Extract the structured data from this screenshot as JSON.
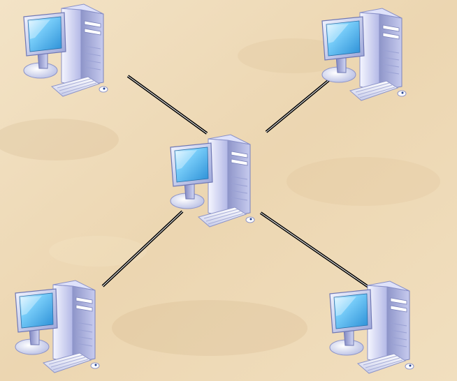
{
  "diagram": {
    "topology": "star",
    "nodes": [
      {
        "id": "top-left",
        "icon": "desktop-computer-icon",
        "role": "client"
      },
      {
        "id": "top-right",
        "icon": "desktop-computer-icon",
        "role": "client"
      },
      {
        "id": "center",
        "icon": "desktop-computer-icon",
        "role": "hub"
      },
      {
        "id": "bottom-left",
        "icon": "desktop-computer-icon",
        "role": "client"
      },
      {
        "id": "bottom-right",
        "icon": "desktop-computer-icon",
        "role": "client"
      }
    ],
    "links": [
      {
        "from": "center",
        "to": "top-left"
      },
      {
        "from": "center",
        "to": "top-right"
      },
      {
        "from": "center",
        "to": "bottom-left"
      },
      {
        "from": "center",
        "to": "bottom-right"
      }
    ],
    "colors": {
      "background": "#efdcbb",
      "cable": "#000000",
      "screen": "#4fb6ee",
      "case": "#c8ccee"
    }
  }
}
